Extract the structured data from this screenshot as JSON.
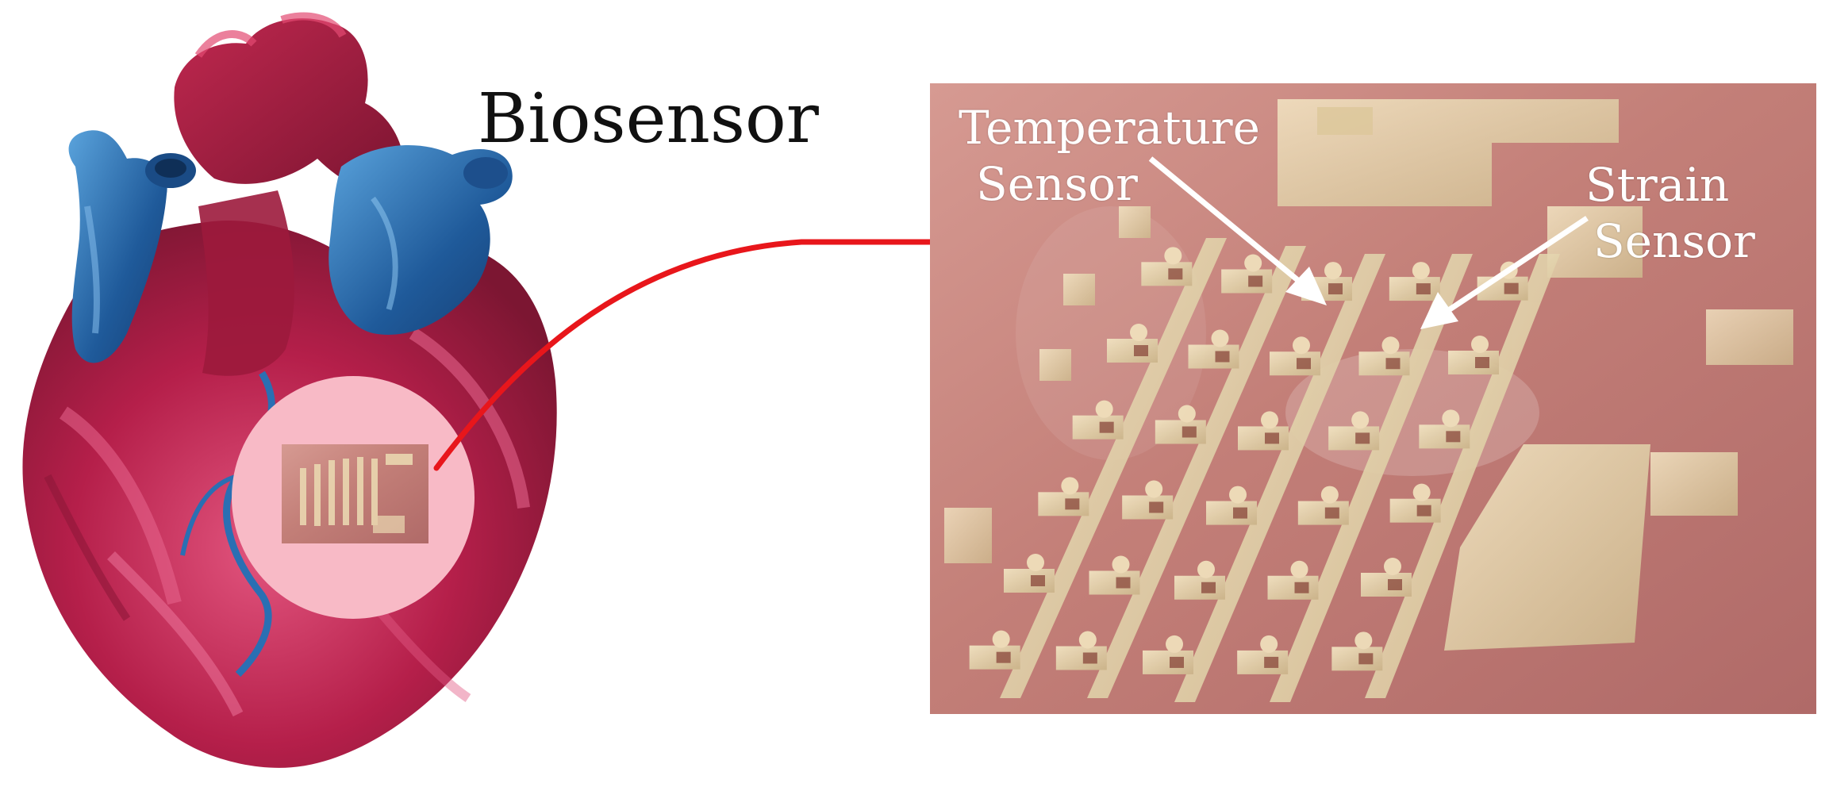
{
  "figure": {
    "title": "Biosensor"
  },
  "labels": {
    "temperature": [
      "Temperature",
      "Sensor"
    ],
    "strain": [
      "Strain",
      "Sensor"
    ]
  },
  "colors": {
    "connector": "#e8161b",
    "callout_circle": "#f8bac6",
    "heart_red": "#a8173d",
    "heart_pink": "#d63e6d",
    "vessel_blue": "#1f5a9a",
    "vessel_light": "#4f95d2",
    "tissue": "#c98a80",
    "electrode": "#ead7b0",
    "label": "#ffffff"
  },
  "icons": {
    "heart": "heart-illustration",
    "sensor_photo": "sensor-array-photo"
  }
}
